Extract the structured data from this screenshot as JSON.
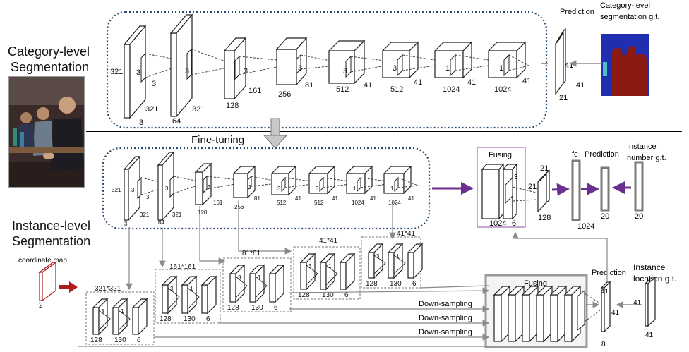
{
  "left_titles": {
    "category_line1": "Category-level",
    "category_line2": "Segmentation",
    "instance_line1": "Instance-level",
    "instance_line2": "Segmentation",
    "coordinate_map": "coordinate map",
    "coordinate_map_dim": "2"
  },
  "category_branch": {
    "blocks": [
      {
        "side": "321",
        "depth": "321",
        "ch": "3",
        "k1": "3",
        "k2": "3"
      },
      {
        "side": "",
        "depth": "321",
        "ch": "64",
        "k1": "3",
        "k2": ""
      },
      {
        "side": "",
        "depth": "161",
        "ch": "128",
        "k1": "3",
        "k2": ""
      },
      {
        "side": "",
        "depth": "81",
        "ch": "256",
        "k1": "3",
        "k2": ""
      },
      {
        "side": "",
        "depth": "41",
        "ch": "512",
        "k1": "3",
        "k2": ""
      },
      {
        "side": "",
        "depth": "41",
        "ch": "512",
        "k1": "3",
        "k2": ""
      },
      {
        "side": "",
        "depth": "41",
        "ch": "1024",
        "k1": "1",
        "k2": ""
      },
      {
        "side": "",
        "depth": "41",
        "ch": "1024",
        "k1": "1",
        "k2": ""
      }
    ],
    "prediction_label": "Prediction",
    "prediction_dims": [
      "41",
      "41",
      "21"
    ],
    "gt_label_line1": "Category-level",
    "gt_label_line2": "segmentation g.t."
  },
  "fine_tuning": "Fine-tuning",
  "instance_branch": {
    "blocks": [
      {
        "side": "321",
        "depth": "321",
        "ch": "3",
        "k1": "3",
        "k2": "3"
      },
      {
        "side": "",
        "depth": "321",
        "ch": "64",
        "k1": "3",
        "k2": ""
      },
      {
        "side": "",
        "depth": "161",
        "ch": "128",
        "k1": "3",
        "k2": ""
      },
      {
        "side": "",
        "depth": "81",
        "ch": "256",
        "k1": "3",
        "k2": ""
      },
      {
        "side": "",
        "depth": "41",
        "ch": "512",
        "k1": "3",
        "k2": ""
      },
      {
        "side": "",
        "depth": "41",
        "ch": "512",
        "k1": "3",
        "k2": ""
      },
      {
        "side": "",
        "depth": "41",
        "ch": "1024",
        "k1": "1",
        "k2": ""
      },
      {
        "side": "",
        "depth": "41",
        "ch": "1024",
        "k1": "1",
        "k2": ""
      }
    ],
    "fusing_top": {
      "label": "Fusing",
      "k": "3",
      "ch1": "1024",
      "ch2": "6",
      "out_side": "21",
      "out_depth": "21",
      "out_ch": "128"
    },
    "fc_label": "fc",
    "fc_dim": "1024",
    "prediction_label": "Prediction",
    "prediction_dim": "20",
    "gt_label_line1": "Instance",
    "gt_label_line2": "number g.t.",
    "gt_dim": "20"
  },
  "location_branch": {
    "groups": [
      {
        "title": "321*321",
        "k1": "3",
        "k2": "1",
        "ch": [
          "128",
          "130",
          "6"
        ]
      },
      {
        "title": "161*161",
        "k1": "3",
        "k2": "1",
        "ch": [
          "128",
          "130",
          "6"
        ]
      },
      {
        "title": "81*81",
        "k1": "3",
        "k2": "1",
        "ch": [
          "128",
          "130",
          "6"
        ]
      },
      {
        "title": "41*41",
        "k1": "3",
        "k2": "1",
        "ch": [
          "128",
          "130",
          "6"
        ]
      },
      {
        "title": "41*41",
        "k1": "3",
        "k2": "1",
        "ch": [
          "128",
          "130",
          "6"
        ]
      }
    ],
    "downsampling": [
      "Down-sampling",
      "Down-sampling",
      "Down-sampling"
    ],
    "fusing_label": "Fusing",
    "prediction_label": "Prediction",
    "prediction_dims": [
      "41",
      "41",
      "8"
    ],
    "gt_label_line1": "Instance",
    "gt_label_line2": "location g.t.",
    "gt_dims": [
      "41",
      "41"
    ]
  },
  "colors": {
    "group_border": "#2b4a6b",
    "purple_arrow": "#6a2f8f",
    "red_arrow": "#b01b1b",
    "fusing_border": "#b48bbd",
    "gray": "#8a8a8a"
  }
}
